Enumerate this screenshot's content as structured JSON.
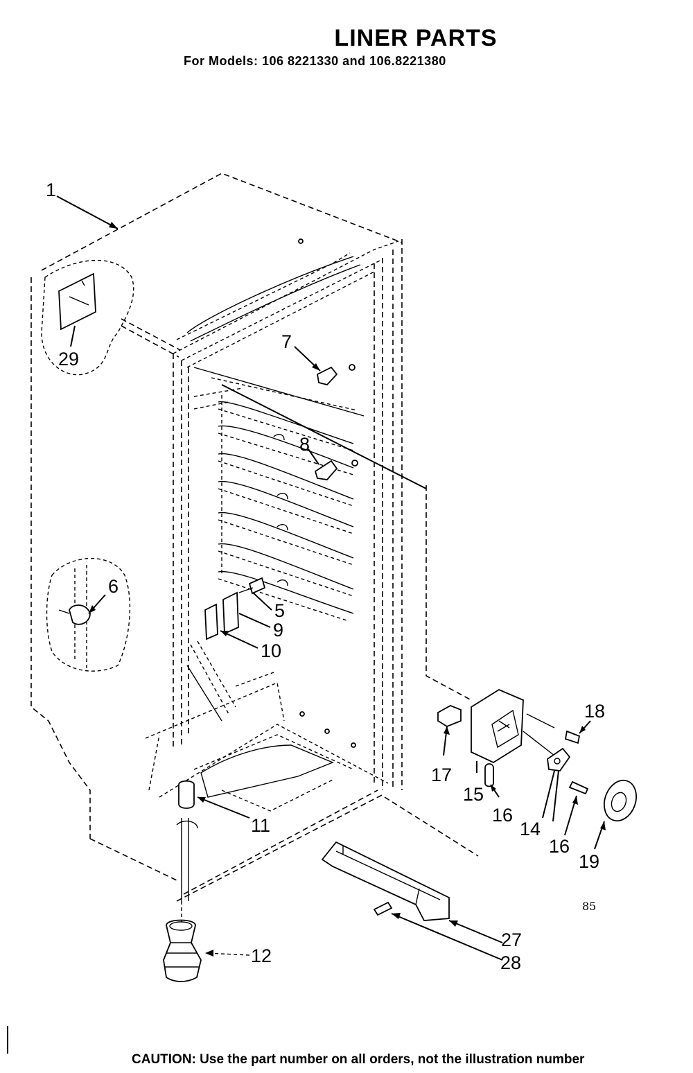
{
  "title": "LINER PARTS",
  "models_line": "For Models: 106 8221330 and 106.8221380",
  "caution": "CAUTION: Use the part number on all orders, not the illustration number",
  "code": "85",
  "callouts": {
    "c1": "1",
    "c29": "29",
    "c7": "7",
    "c8": "8",
    "c6": "6",
    "c5": "5",
    "c9": "9",
    "c10": "10",
    "c11": "11",
    "c12": "12",
    "c17": "17",
    "c15": "15",
    "c16a": "16",
    "c14": "14",
    "c16b": "16",
    "c18": "18",
    "c19": "19",
    "c27": "27",
    "c28": "28"
  }
}
